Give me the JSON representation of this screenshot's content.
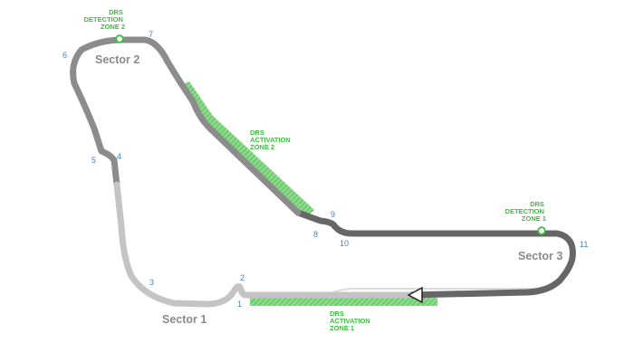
{
  "colors": {
    "sector1": "#c4c4c4",
    "sector2": "#8c8c8c",
    "sector3": "#666666",
    "drs": "#3cbf3c",
    "drs_fill": "#8fd98f",
    "turn_number": "#4a7fc1",
    "sector_label": "#8a8a8a",
    "start_arrow": "#ffffff"
  },
  "sectors": {
    "s1": "Sector 1",
    "s2": "Sector 2",
    "s3": "Sector 3"
  },
  "turns": [
    "1",
    "2",
    "3",
    "4",
    "5",
    "6",
    "7",
    "8",
    "9",
    "10",
    "11"
  ],
  "drs": {
    "detection_zone_1": [
      "DRS",
      "DETECTION",
      "ZONE 1"
    ],
    "detection_zone_2": [
      "DRS",
      "DETECTION",
      "ZONE 2"
    ],
    "activation_zone_1": [
      "DRS",
      "ACTIVATION",
      "ZONE 1"
    ],
    "activation_zone_2": [
      "DRS",
      "ACTIVATION",
      "ZONE 2"
    ]
  }
}
